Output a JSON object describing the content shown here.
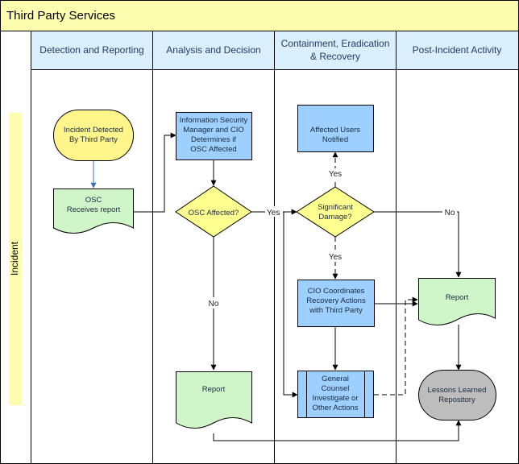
{
  "title": "Third Party Services",
  "swimlane": "Incident",
  "lanes": [
    {
      "label": [
        "Detection and Reporting"
      ]
    },
    {
      "label": [
        "Analysis and Decision"
      ]
    },
    {
      "label": [
        "Containment, Eradication",
        "& Recovery"
      ]
    },
    {
      "label": [
        "Post-Incident Activity"
      ]
    }
  ],
  "nodes": {
    "incident_detected": [
      "Incident Detected",
      "By Third Party"
    ],
    "osc_report": [
      "OSC",
      "Receives report"
    ],
    "iso_cio": [
      "Information Security",
      "Manager and CIO",
      "Determines if",
      "OSC Affected"
    ],
    "osc_affected": [
      "OSC Affected?"
    ],
    "report_analysis": [
      "Report"
    ],
    "affected_users": [
      "Affected Users",
      "Notified"
    ],
    "significant_damage": [
      "Significant",
      "Damage?"
    ],
    "cio_coordinates": [
      "CIO Coordinates",
      "Recovery Actions",
      "with Third Party"
    ],
    "general_counsel": [
      "General",
      "Counsel",
      "Investigate or",
      "Other Actions"
    ],
    "report_post": [
      "Report"
    ],
    "lessons_learned": [
      "Lessons Learned",
      "Repository"
    ]
  },
  "edge_labels": {
    "yes_osc": "Yes",
    "no_osc": "No",
    "yes_notify": "Yes",
    "yes_recovery": "Yes",
    "no_damage": "No"
  },
  "colors": {
    "header": "#fdfdb0",
    "lane_header": "#dbeefb",
    "terminator_yellow": "#fff58a",
    "document_green": "#cff5c8",
    "process_blue": "#9dd0ff",
    "decision_yellow": "#ffff90",
    "terminator_gray": "#bdbdbd"
  }
}
